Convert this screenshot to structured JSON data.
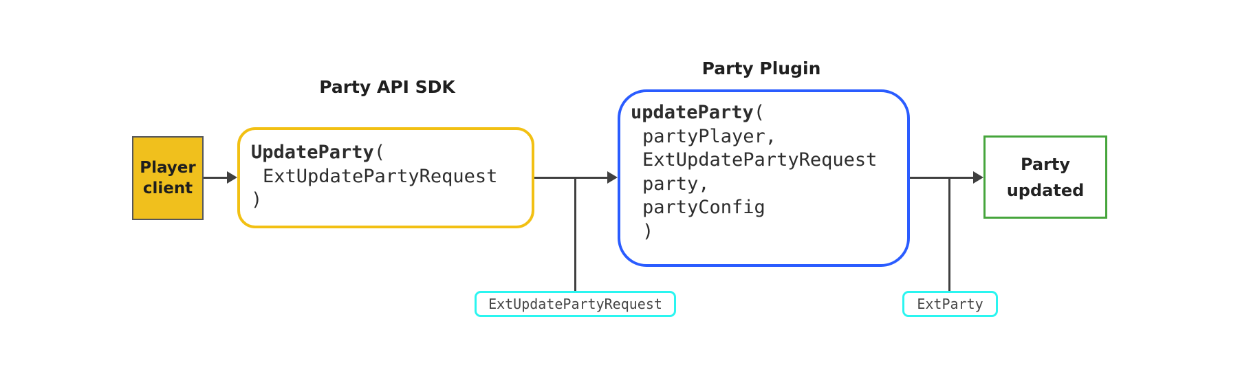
{
  "diagram": {
    "titles": {
      "sdk": "Party API SDK",
      "plugin": "Party Plugin"
    },
    "nodes": {
      "player": {
        "line1": "Player",
        "line2": "client"
      },
      "sdk": {
        "fn": "UpdateParty",
        "open_paren": "(",
        "params": [
          "ExtUpdatePartyRequest"
        ],
        "close_paren": ")"
      },
      "plugin": {
        "fn": "updateParty",
        "open_paren": "(",
        "params": [
          "partyPlayer,",
          "ExtUpdatePartyRequest",
          "party,",
          "partyConfig"
        ],
        "close_paren": ")"
      },
      "updated": {
        "line1": "Party",
        "line2": "updated"
      }
    },
    "tags": {
      "request": "ExtUpdatePartyRequest",
      "party": "ExtParty"
    },
    "colors": {
      "gold": "#f2c013",
      "player_fill": "#f0c01d",
      "blue": "#2a5cff",
      "green": "#46a53c",
      "cyan": "#2af5f0",
      "connector": "#3f3f3f",
      "background": "#ffffff"
    }
  }
}
